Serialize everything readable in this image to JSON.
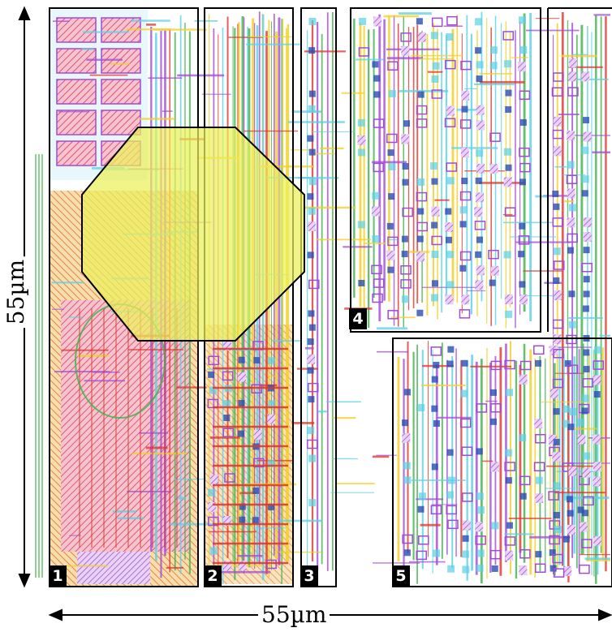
{
  "dimensions": {
    "width_label": "55µm",
    "height_label": "55µm"
  },
  "blocks": [
    {
      "id": "1",
      "label": "1"
    },
    {
      "id": "2",
      "label": "2"
    },
    {
      "id": "3",
      "label": "3"
    },
    {
      "id": "4",
      "label": "4"
    },
    {
      "id": "5",
      "label": "5"
    }
  ],
  "colors": {
    "metal1": "#5ad1e6",
    "metal2": "#a24ad8",
    "poly": "#e0342c",
    "diffusion": "#f2d024",
    "nwell": "#f4a3b5",
    "via": "#2a4db5",
    "contact": "#3fb24a",
    "octagon_fill": "#ecf05a",
    "outline": "#000000"
  }
}
